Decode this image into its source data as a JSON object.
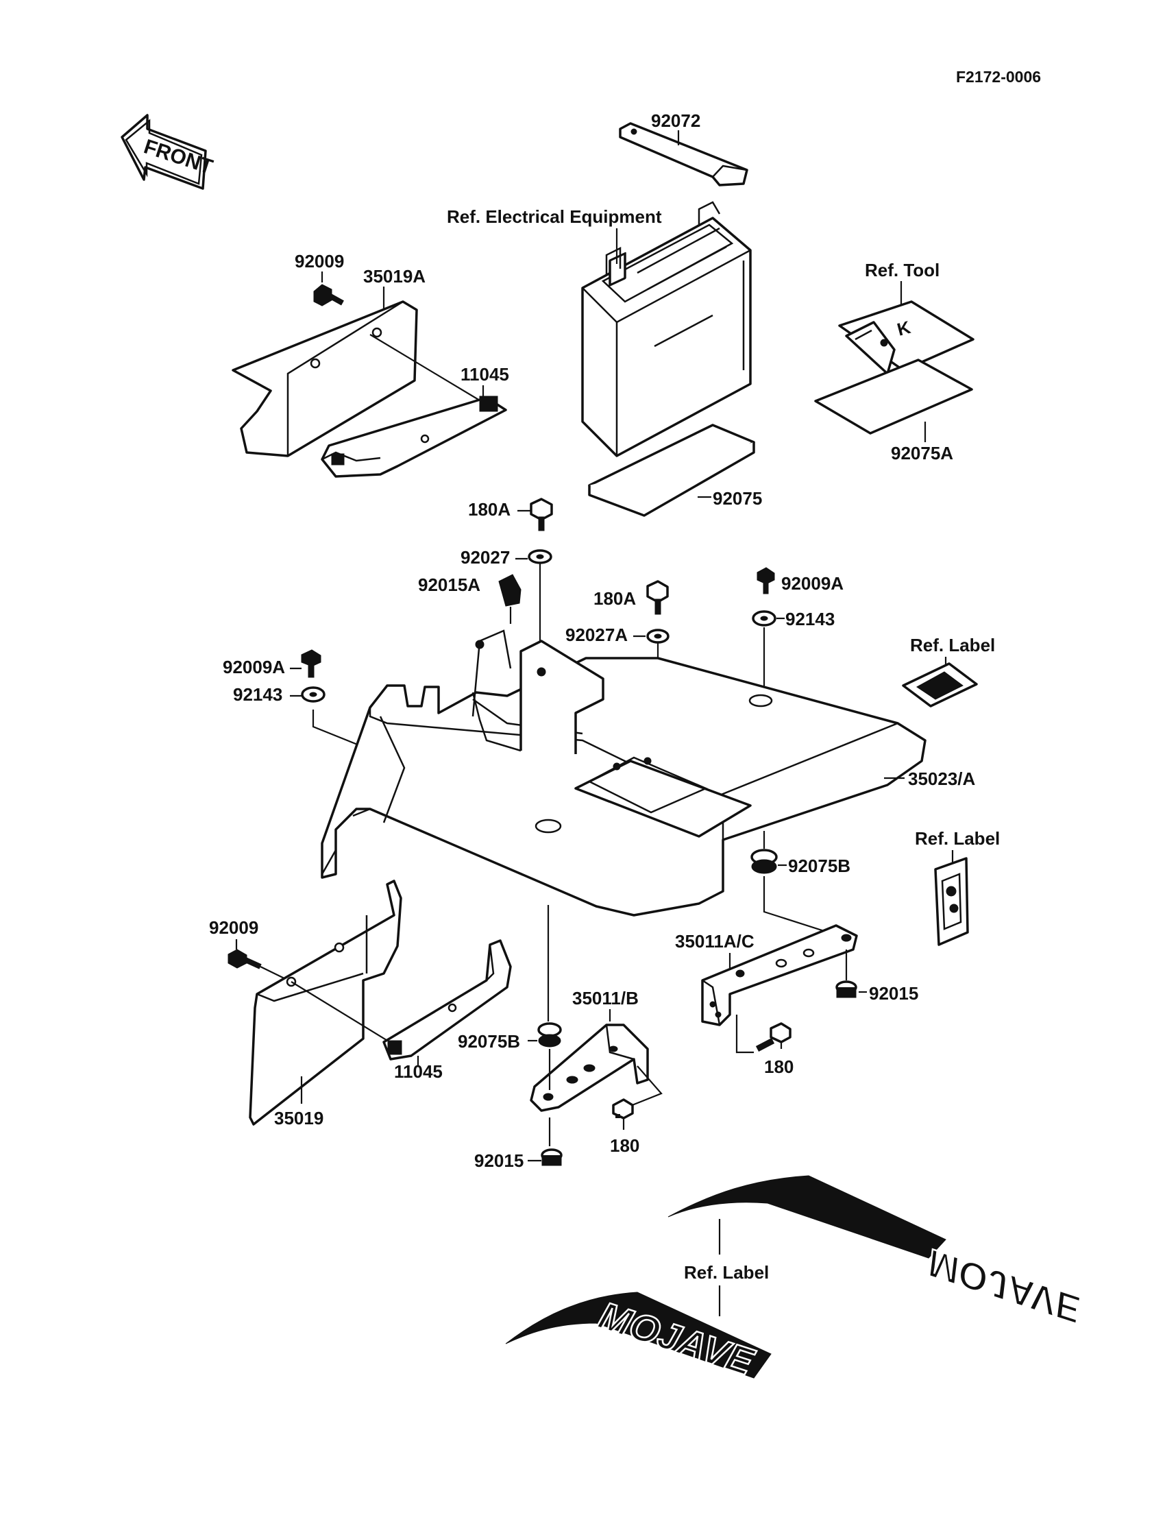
{
  "diagram_code": "F2172-0006",
  "front_label": "FRONT",
  "labels": {
    "p92072": "92072",
    "ref_electrical": "Ref. Electrical Equipment",
    "p92009_top": "92009",
    "p35019A": "35019A",
    "p11045_top": "11045",
    "ref_tool": "Ref. Tool",
    "p92075A": "92075A",
    "p92075": "92075",
    "p180A_1": "180A",
    "p92027": "92027",
    "p92015A": "92015A",
    "p180A_2": "180A",
    "p92009A_right": "92009A",
    "p92143_right": "92143",
    "p92027A": "92027A",
    "ref_label_1": "Ref. Label",
    "p92009A_left": "92009A",
    "p92143_left": "92143",
    "p35023A": "35023/A",
    "ref_label_2": "Ref. Label",
    "p92075B_right": "92075B",
    "p92009_bottom": "92009",
    "p35011AC": "35011A/C",
    "p92015_right": "92015",
    "p35011B": "35011/B",
    "p92075B_left": "92075B",
    "p11045_bottom": "11045",
    "p180_right": "180",
    "p35019": "35019",
    "p180_left": "180",
    "p92015_bottom": "92015",
    "ref_label_3": "Ref. Label"
  },
  "decal_text": {
    "mojave_top": "MOJAVE",
    "mojave_bottom": "MOJAVE"
  },
  "icons": [
    "front-arrow-icon",
    "battery-icon",
    "bolt-icon",
    "washer-icon",
    "grommet-icon",
    "nut-icon"
  ]
}
